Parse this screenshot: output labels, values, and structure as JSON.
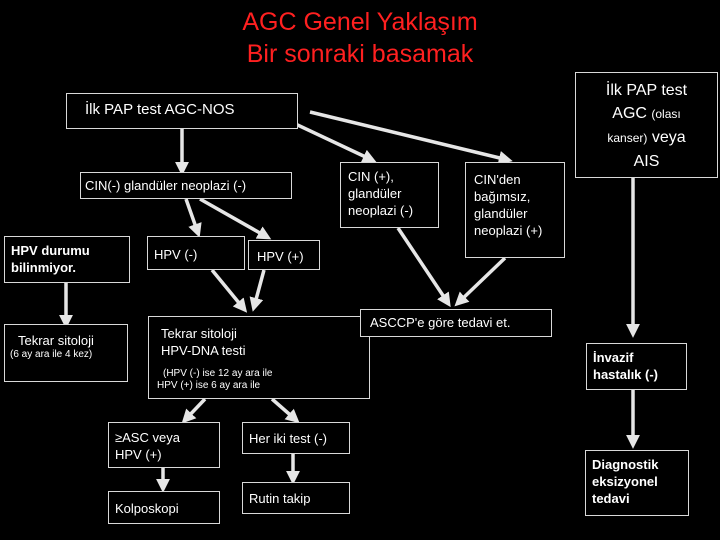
{
  "title": {
    "line1": "AGC Genel Yaklaşım",
    "line2": "Bir sonraki basamak"
  },
  "colors": {
    "background": "#000000",
    "title": "#ff2020",
    "box_border": "#d9d9d9",
    "arrow": "#e6e6e6"
  },
  "nodes": {
    "initial_pap": "İlk PAP test AGC-NOS",
    "cin_negative": "CIN(-) glandüler neoplazi (-)",
    "hpv_unknown": {
      "line1": "HPV durumu",
      "line2": "bilinmiyor."
    },
    "hpv_neg": "HPV (-)",
    "hpv_pos": "HPV (+)",
    "repeat_cyto": {
      "line1": "Tekrar sitoloji",
      "line2": "(6 ay ara ile 4 kez)"
    },
    "repeat_cyto_hpv": {
      "line1": "Tekrar sitoloji",
      "line2": "HPV-DNA testi"
    },
    "interval_note": {
      "line1": "(HPV (-) ise 12 ay ara ile",
      "line2": "HPV (+) ise 6 ay ara ile"
    },
    "asc_or_hpv": {
      "line1": "≥ASC veya",
      "line2": "HPV (+)"
    },
    "both_neg": "Her iki test (-)",
    "colposcopy": "Kolposkopi",
    "routine": "Rutin takip",
    "cin_pos": {
      "line1": "CIN (+),",
      "line2": "glandüler",
      "line3": "neoplazi (-)"
    },
    "cin_indep": {
      "line1": "CIN'den",
      "line2": "bağımsız,",
      "line3": "glandüler",
      "line4": "neoplazi (+)"
    },
    "asccp": "ASCCP'e göre tedavi et.",
    "pap_agc_ais": {
      "line1": "İlk PAP test",
      "line2": "AGC",
      "line2_small": "(olası",
      "line3_small": "kanser)",
      "line3": "veya",
      "line4": "AIS"
    },
    "invasive_neg": {
      "line1": "İnvazif",
      "line2": "hastalık (-)"
    },
    "diag_excision": {
      "line1": "Diagnostik",
      "line2": "eksizyonel",
      "line3": "tedavi"
    }
  }
}
